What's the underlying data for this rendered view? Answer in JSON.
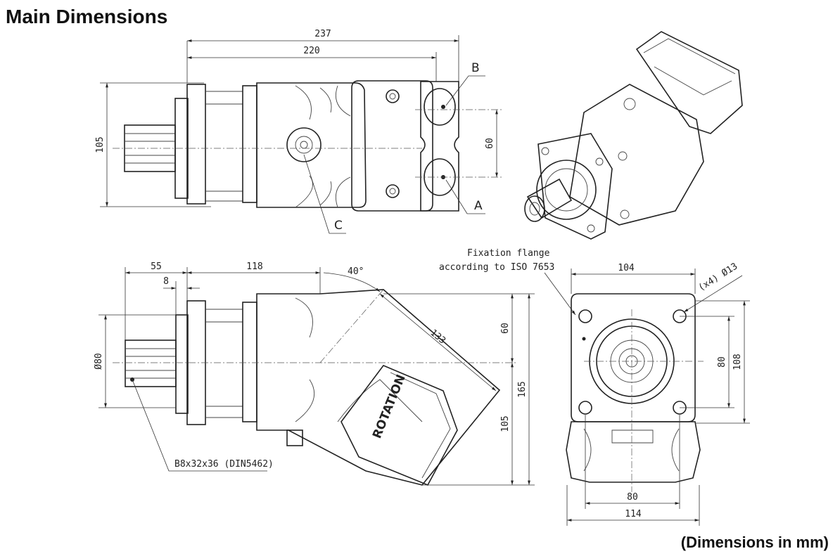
{
  "page": {
    "title": "Main Dimensions",
    "footer": "(Dimensions in mm)"
  },
  "top_view": {
    "dims": {
      "overall_length": "237",
      "length": "220",
      "height": "105",
      "port_spacing": "60"
    },
    "ports": {
      "b": "B",
      "a": "A",
      "c": "C"
    }
  },
  "front_view": {
    "dims": {
      "a55": "55",
      "a8": "8",
      "a118": "118",
      "angle": "40°",
      "a133": "133",
      "dia80": "Ø80",
      "a60": "60",
      "a105": "105",
      "a165": "165"
    },
    "shaft_label": "B8x32x36 (DIN5462)",
    "flange_note_1": "Fixation flange",
    "flange_note_2": "according to ISO 7653",
    "brand": "ROTATION"
  },
  "side_view": {
    "dims": {
      "width": "104",
      "holes": "(x4) Ø13",
      "v80": "80",
      "v108": "108",
      "b80": "80",
      "b114": "114"
    }
  }
}
